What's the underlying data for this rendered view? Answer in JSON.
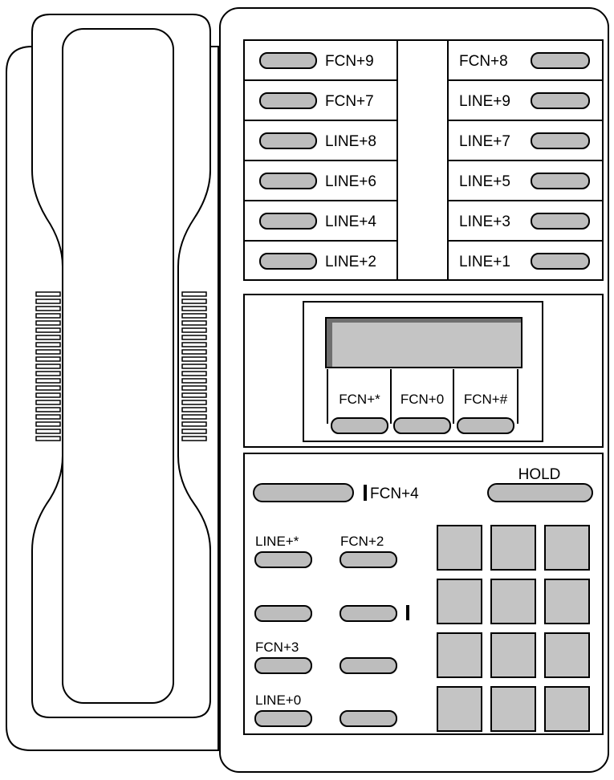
{
  "colors": {
    "line": "#000000",
    "button": "#bdbdbd",
    "screen": "#c4c4c4",
    "background": "#ffffff"
  },
  "programmable_buttons": {
    "left": [
      "FCN+9",
      "FCN+7",
      "LINE+8",
      "LINE+6",
      "LINE+4",
      "LINE+2"
    ],
    "right": [
      "FCN+8",
      "LINE+9",
      "LINE+7",
      "LINE+5",
      "LINE+3",
      "LINE+1"
    ]
  },
  "display": {
    "softkeys": [
      "FCN+*",
      "FCN+0",
      "FCN+#"
    ]
  },
  "controls": {
    "long_button_label": "FCN+4",
    "hold_label": "HOLD",
    "col1_labels": [
      "LINE+*",
      "",
      "FCN+3",
      "LINE+0"
    ],
    "col2_labels": [
      "FCN+2",
      "",
      "",
      ""
    ]
  },
  "keypad": {
    "rows": 4,
    "cols": 3
  }
}
